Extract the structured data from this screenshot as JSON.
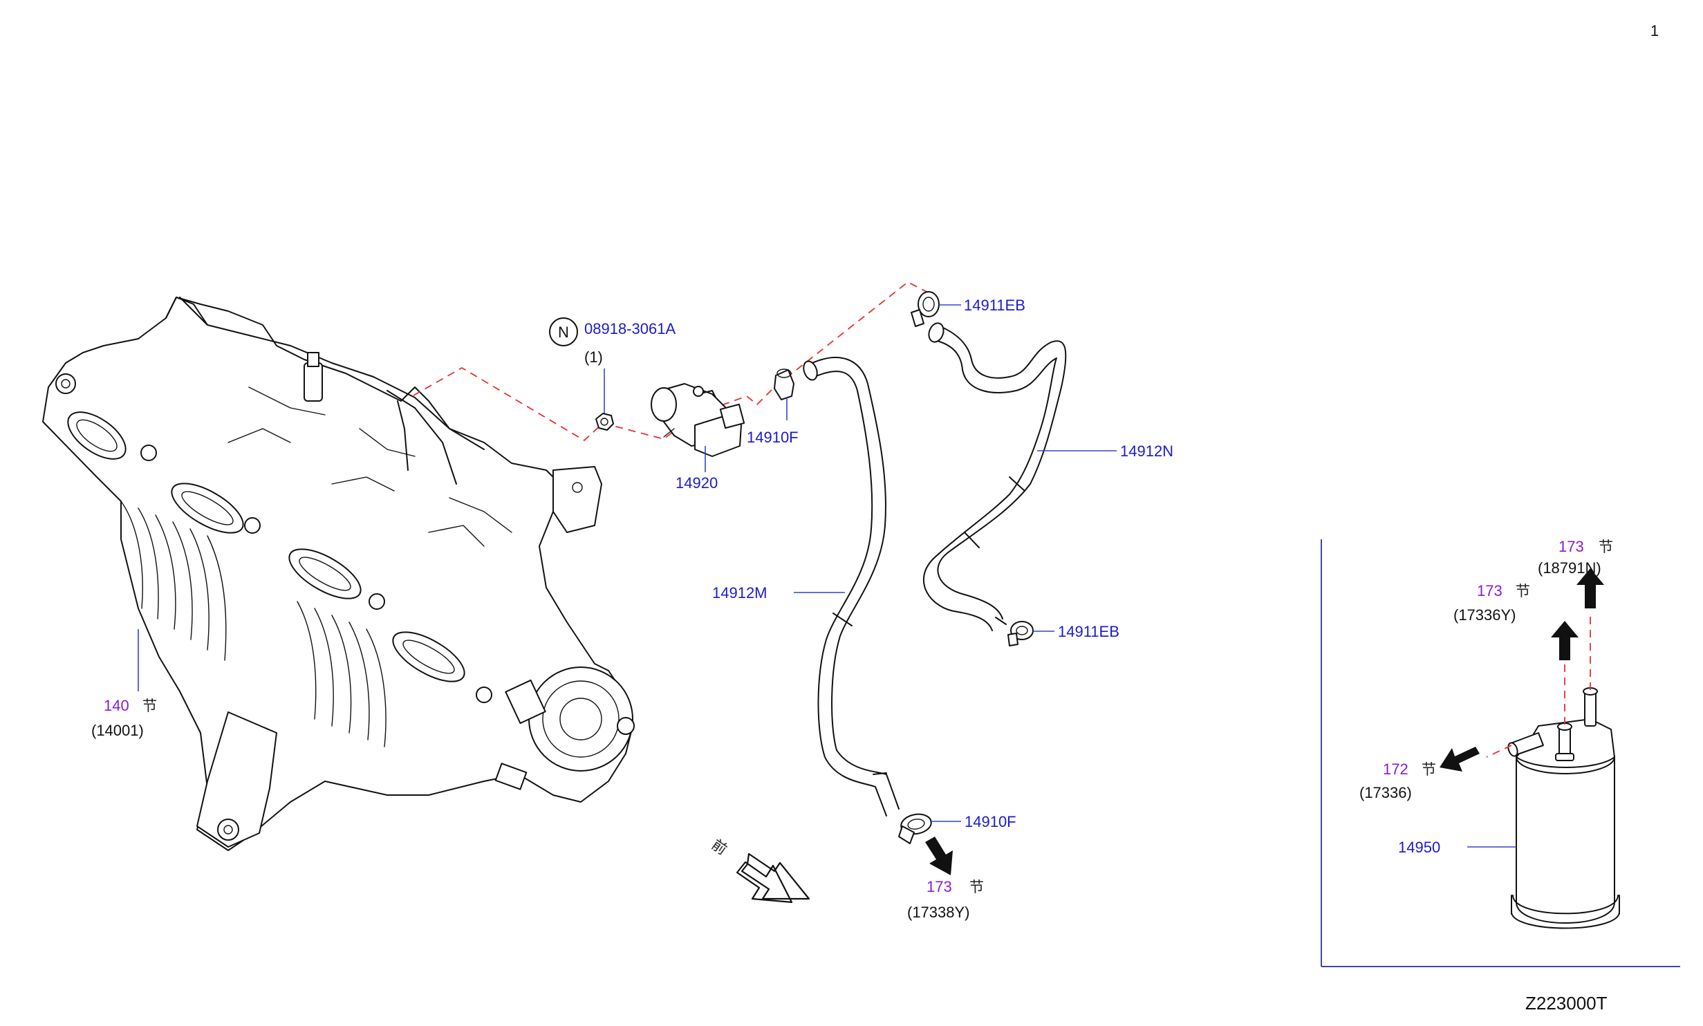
{
  "page_number": "1",
  "figure_code": "Z223000T",
  "callouts": {
    "nut_symbol": "N",
    "nut_part": "08918-3061A",
    "nut_qty": "(1)",
    "valve": "14920",
    "clamp_f_upper": "14910F",
    "clamp_f_lower": "14910F",
    "clamp_eb_upper": "14911EB",
    "clamp_eb_lower": "14911EB",
    "hose_n": "14912N",
    "hose_m": "14912M",
    "manifold_section": "140",
    "manifold_section_char": "节",
    "manifold_ref": "(14001)",
    "hose_section": "173",
    "hose_section_char": "节",
    "hose_ref": "(17338Y)",
    "front_char": "前"
  },
  "inset": {
    "canister": "14950",
    "ref_top_section": "173",
    "ref_top_char": "节",
    "ref_top_ref": "(18791N)",
    "ref_mid_section": "173",
    "ref_mid_char": "节",
    "ref_mid_ref": "(17336Y)",
    "ref_left_section": "172",
    "ref_left_char": "节",
    "ref_left_ref": "(17336)"
  },
  "colors": {
    "part_number": "#1a1ad2",
    "section_number": "#8a1ad2",
    "leader_line": "#3344c8",
    "dashed_line": "#e83030",
    "linework": "#111111"
  }
}
